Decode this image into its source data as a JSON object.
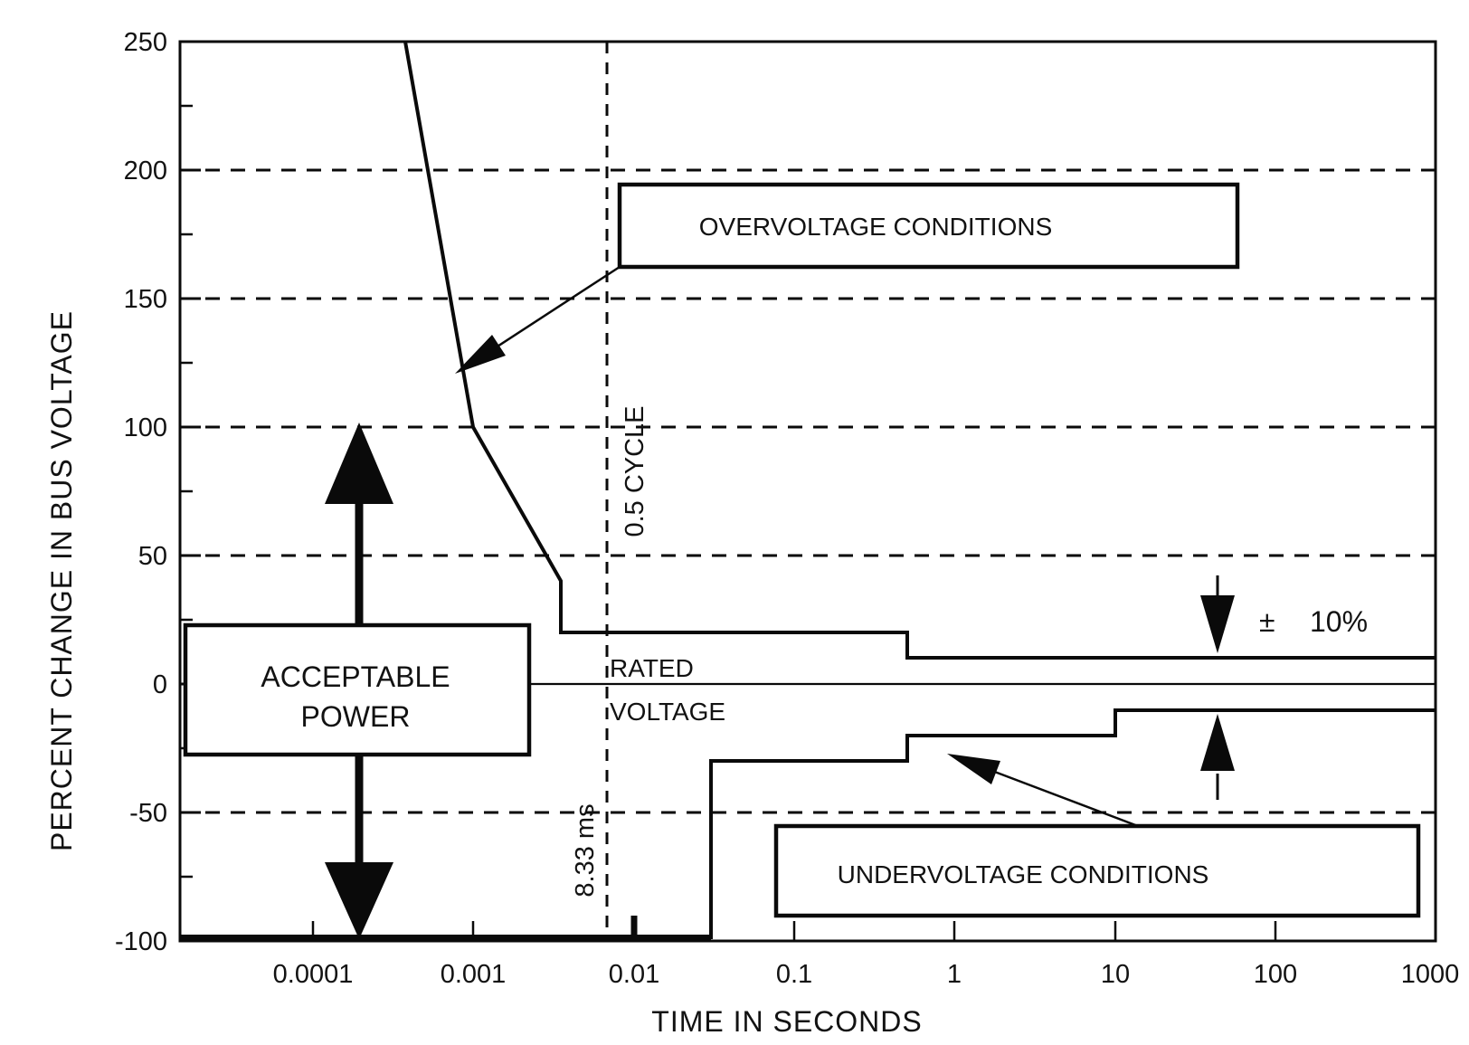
{
  "chart_data": {
    "type": "line",
    "title": "",
    "xlabel": "TIME IN SECONDS",
    "ylabel": "PERCENT CHANGE IN BUS VOLTAGE",
    "x_scale": "log",
    "xlim": [
      1.5e-05,
      1000
    ],
    "ylim": [
      -100,
      250
    ],
    "grid": "dashed horizontal gridlines at 200, 150, 100, 50, -50; solid line at 0; dashed vertical line at 0.00833 s",
    "y_ticks": [
      {
        "v": 250,
        "label": "250"
      },
      {
        "v": 200,
        "label": "200"
      },
      {
        "v": 150,
        "label": "150"
      },
      {
        "v": 100,
        "label": "100"
      },
      {
        "v": 50,
        "label": "50"
      },
      {
        "v": 0,
        "label": "0"
      },
      {
        "v": -50,
        "label": "-50"
      },
      {
        "v": -100,
        "label": "-100"
      }
    ],
    "x_ticks": [
      {
        "t": 0.0001,
        "label": "0.0001"
      },
      {
        "t": 0.001,
        "label": "0.001"
      },
      {
        "t": 0.01,
        "label": "0.01"
      },
      {
        "t": 0.1,
        "label": "0.1"
      },
      {
        "t": 1,
        "label": "1"
      },
      {
        "t": 10,
        "label": "10"
      },
      {
        "t": 100,
        "label": "100"
      },
      {
        "t": 1000,
        "label": "1000"
      }
    ],
    "series": [
      {
        "name": "overvoltage-tolerance-limit",
        "points": [
          [
            0.00037,
            250
          ],
          [
            0.001,
            100
          ],
          [
            0.0035,
            40
          ],
          [
            0.0035,
            20
          ],
          [
            0.5,
            20
          ],
          [
            0.5,
            10
          ],
          [
            1000,
            10
          ]
        ]
      },
      {
        "name": "undervoltage-tolerance-limit",
        "points": [
          [
            1.5e-05,
            -100
          ],
          [
            0.03,
            -100
          ],
          [
            0.03,
            -30
          ],
          [
            0.5,
            -30
          ],
          [
            0.5,
            -20
          ],
          [
            10,
            -20
          ],
          [
            10,
            -10
          ],
          [
            1000,
            -10
          ]
        ]
      },
      {
        "name": "rated-voltage-reference",
        "points": [
          [
            1.5e-05,
            0
          ],
          [
            1000,
            0
          ]
        ]
      }
    ],
    "reference_lines": {
      "half_cycle_time_s": 0.00833,
      "steady_state_tolerance_pct": 10
    }
  },
  "labels": {
    "y_axis_title": "PERCENT CHANGE IN BUS VOLTAGE",
    "x_axis_title": "TIME IN SECONDS",
    "overvoltage_box": "OVERVOLTAGE CONDITIONS",
    "undervoltage_box": "UNDERVOLTAGE CONDITIONS",
    "acceptable_line1": "ACCEPTABLE",
    "acceptable_line2": "POWER",
    "rated_line1": "RATED",
    "rated_line2": "VOLTAGE",
    "half_cycle": "0.5 CYCLE",
    "ms_marker": "8.33 ms",
    "tolerance_pm": "±",
    "tolerance_value": "10%"
  }
}
